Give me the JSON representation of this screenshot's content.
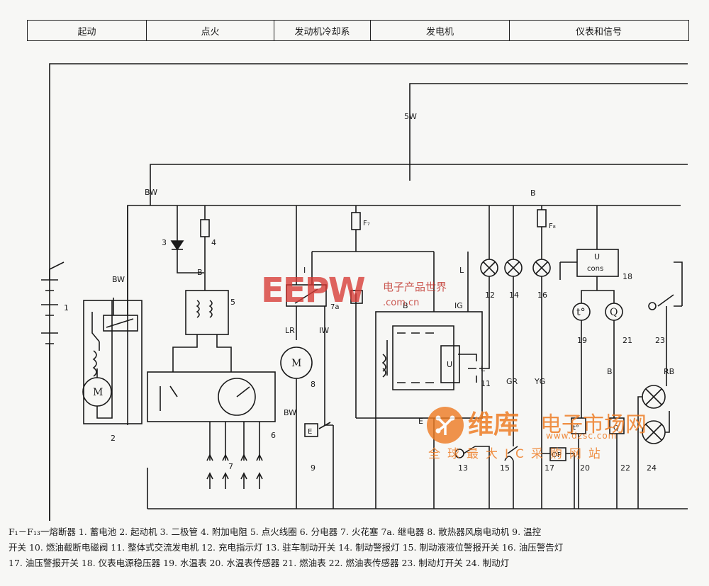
{
  "header": {
    "sections": [
      "起动",
      "点火",
      "发动机冷却系",
      "发电机",
      "仪表和信号"
    ]
  },
  "wire_labels": {
    "bw_top": "BW",
    "bw_left": "BW",
    "bw_lower": "BW",
    "b_starter": "B",
    "b_main": "B",
    "b_right": "B",
    "sw5": "5W",
    "lr": "LR",
    "iw": "IW",
    "i": "I",
    "l": "L",
    "ig": "IG",
    "b_alt": "B",
    "l11": "L",
    "e": "E",
    "gr": "GR",
    "yg": "YG",
    "rb": "RB",
    "b_gauge": "B",
    "f_gen": "F₇",
    "f_ind": "F₈",
    "u_top": "U",
    "u_bot": "cons"
  },
  "component_numbers": [
    "1",
    "2",
    "3",
    "4",
    "5",
    "6",
    "7",
    "7a",
    "8",
    "9",
    "11",
    "12",
    "13",
    "14",
    "15",
    "16",
    "17",
    "18",
    "19",
    "20",
    "21",
    "22",
    "23",
    "24"
  ],
  "symbols": {
    "motor": "M",
    "temp": "t°",
    "fuel": "Q",
    "temp_sensor": "t°",
    "fuel_sensor": "Q",
    "oil_switch": "OP",
    "regulator": "U",
    "valve": "E"
  },
  "caption": {
    "line1": "F₁－F₁₃一熔断器  1. 蓄电池  2. 起动机  3. 二极管  4. 附加电阻  5. 点火线圈  6. 分电器  7. 火花塞  7a. 继电器  8. 散热器风扇电动机  9. 温控",
    "line2": "开关  10. 燃油截断电磁阀  11. 整体式交流发电机  12. 充电指示灯  13. 驻车制动开关  14. 制动警报灯  15. 制动液液位警报开关  16. 油压警告灯",
    "line3": "17. 油压警报开关  18. 仪表电源稳压器  19. 水温表  20. 水温表传感器  21. 燃油表  22. 燃油表传感器  23. 制动灯开关  24. 制动灯"
  },
  "watermarks": {
    "edw_logo": "EEPW",
    "edw_cn": "电子产品世界",
    "edw_url": ".com.cn",
    "wk_title": "维库",
    "wk_title2": "电子市场网",
    "wk_url": "www.dzsc.com",
    "wk_tag": "全球最大IC采购网站"
  }
}
